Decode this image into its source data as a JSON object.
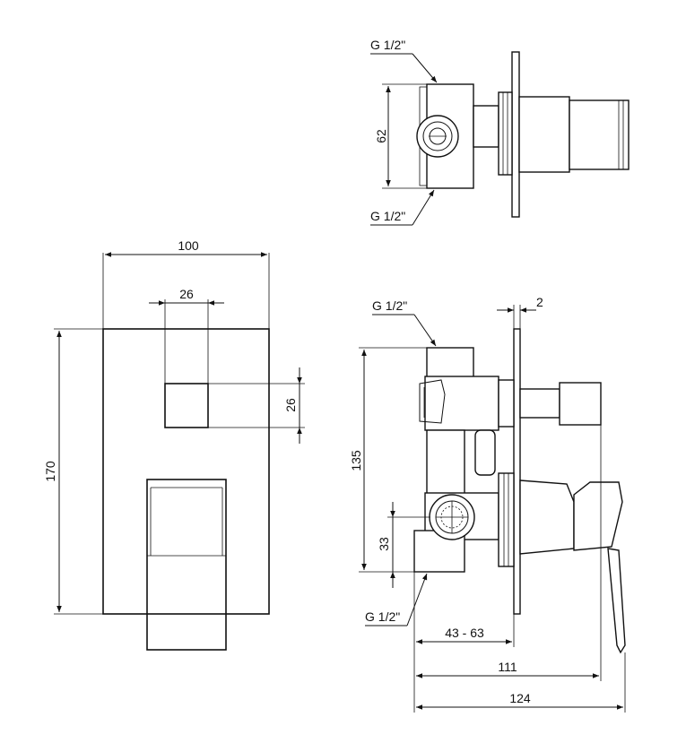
{
  "drawing": {
    "front_view": {
      "width": "100",
      "height": "170",
      "knob_width": "26",
      "knob_height": "26"
    },
    "side_view": {
      "thread_top": "G 1/2\"",
      "thread_bottom": "G 1/2\"",
      "plate_thickness": "2",
      "body_height": "135",
      "outlet_offset": "33",
      "wall_depth": "43 - 63",
      "depth_to_handle": "111",
      "total_depth": "124"
    },
    "top_view": {
      "thread_top": "G 1/2\"",
      "thread_bottom": "G 1/2\"",
      "body_width": "62"
    },
    "colors": {
      "line": "#111111",
      "background": "#ffffff"
    }
  }
}
